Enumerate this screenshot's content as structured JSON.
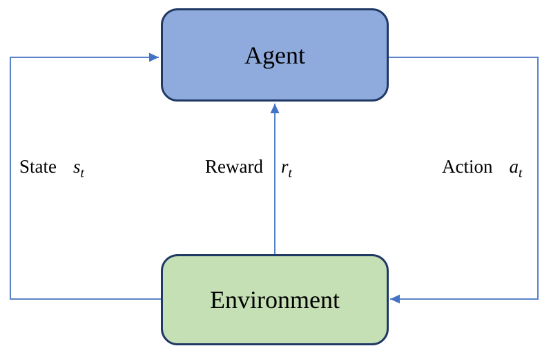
{
  "diagram": {
    "title": "agent-environment reinforcement learning loop",
    "nodes": [
      {
        "id": "agent",
        "label": "Agent",
        "fill": "#8FAADC",
        "border": "#1F3864"
      },
      {
        "id": "environment",
        "label": "Environment",
        "fill": "#C5E0B4",
        "border": "#1F3864"
      }
    ],
    "edges": [
      {
        "id": "state",
        "label": "State",
        "symbol": "s",
        "subscript": "t",
        "from": "environment",
        "to": "agent"
      },
      {
        "id": "reward",
        "label": "Reward",
        "symbol": "r",
        "subscript": "t",
        "from": "environment",
        "to": "agent"
      },
      {
        "id": "action",
        "label": "Action",
        "symbol": "a",
        "subscript": "t",
        "from": "agent",
        "to": "environment"
      }
    ],
    "arrow_color": "#4472C4",
    "background": "#FFFFFF",
    "text_color": "#000000"
  }
}
